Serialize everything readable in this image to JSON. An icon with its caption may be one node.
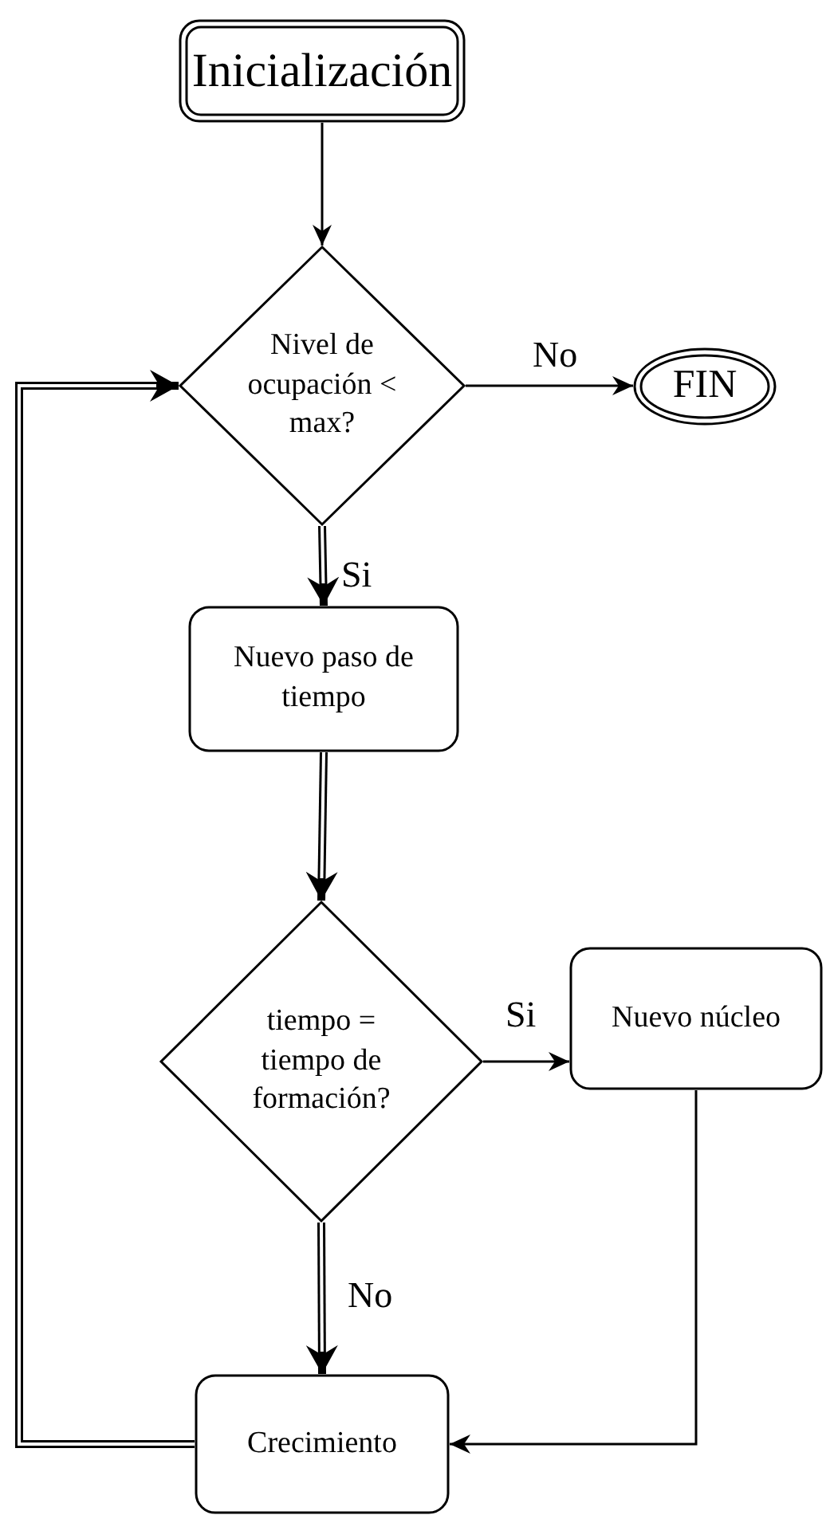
{
  "diagram": {
    "nodes": [
      {
        "text": [
          "Inicialización"
        ]
      },
      {
        "text": [
          "Nivel de ocupación < max?"
        ]
      },
      {
        "text": [
          "FIN"
        ]
      },
      {
        "text": [
          "Nuevo paso de tiempo"
        ]
      },
      {
        "text": [
          "tiempo = tiempo de formación?"
        ]
      },
      {
        "text": [
          "Nuevo núcleo"
        ]
      },
      {
        "text": [
          "Crecimiento"
        ]
      }
    ],
    "edges": [
      {
        "from": 0,
        "to": 1,
        "arrow": "to"
      },
      {
        "from": 1,
        "to": 2,
        "arrow": "to",
        "label": "No"
      },
      {
        "from": 1,
        "to": 3,
        "arrow": "to",
        "label": "Si",
        "style": "thick"
      },
      {
        "from": 3,
        "to": 4,
        "arrow": "to",
        "style": "thick"
      },
      {
        "from": 4,
        "to": 5,
        "arrow": "to",
        "label": "Si"
      },
      {
        "from": 4,
        "to": 6,
        "arrow": "to",
        "label": "No",
        "style": "thick"
      },
      {
        "from": 5,
        "to": 6,
        "arrow": "to"
      },
      {
        "from": 6,
        "to": 1,
        "arrow": "to",
        "style": "thick"
      }
    ]
  }
}
